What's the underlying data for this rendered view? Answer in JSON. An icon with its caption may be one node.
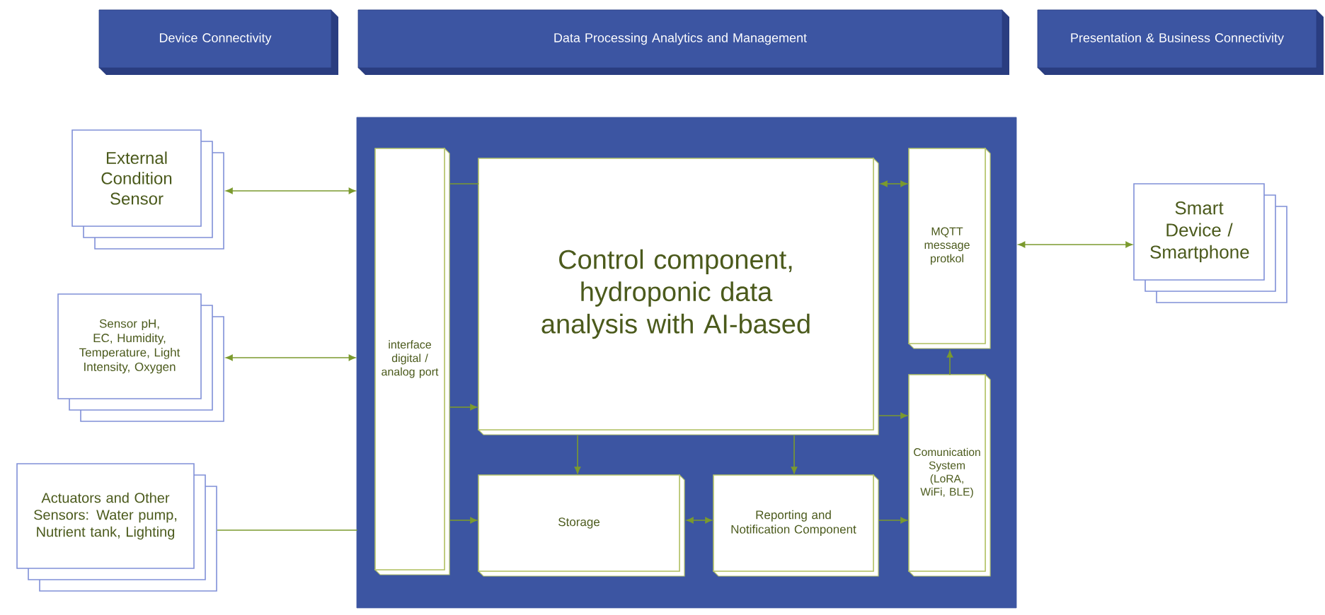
{
  "diagram": {
    "nodes": [
      {
        "text": [
          "Device Connectivity"
        ]
      },
      {
        "text": [
          "Data Processing Analytics and Management"
        ]
      },
      {
        "text": [
          "Presentation & Business Connectivity"
        ]
      },
      {
        "text": [
          "External Condition Sensor"
        ]
      },
      {
        "text": [
          "Sensor pH, EC, Humidity, Temperature, Light Intensity, Oxygen"
        ]
      },
      {
        "text": [
          "Actuators and Other Sensors: Water pump, Nutrient tank, Lighting"
        ]
      },
      {
        "text": [],
        "shape": "box"
      },
      {
        "text": [
          "interface digital / analog port"
        ],
        "in": 6
      },
      {
        "text": [
          "Control component, hydroponic data analysis with AI-based"
        ],
        "in": 6
      },
      {
        "text": [
          "MQTT message protkol"
        ],
        "in": 6
      },
      {
        "text": [
          "Storage"
        ],
        "in": 6
      },
      {
        "text": [
          "Reporting and Notification Component"
        ],
        "in": 6
      },
      {
        "text": [
          "Comunication System (LoRA, WiFi, BLE)"
        ],
        "in": 6
      },
      {
        "text": [
          "Smart Device / Smartphone"
        ]
      }
    ],
    "edges": [
      {
        "from": 3,
        "to": 6,
        "arrow": "both"
      },
      {
        "from": 4,
        "to": 6,
        "arrow": "both"
      },
      {
        "from": 5,
        "to": 6,
        "arrow": "none"
      },
      {
        "from": 7,
        "to": 8,
        "arrow": "none"
      },
      {
        "from": 7,
        "to": 8,
        "arrow": "to"
      },
      {
        "from": 7,
        "to": 10,
        "arrow": "to"
      },
      {
        "from": 8,
        "to": 9,
        "arrow": "both"
      },
      {
        "from": 8,
        "to": 10,
        "arrow": "to"
      },
      {
        "from": 8,
        "to": 11,
        "arrow": "to"
      },
      {
        "from": 10,
        "to": 11,
        "arrow": "both"
      },
      {
        "from": 11,
        "to": 12,
        "arrow": "to"
      },
      {
        "from": 8,
        "to": 12,
        "arrow": "to"
      },
      {
        "from": 12,
        "to": 9,
        "arrow": "to"
      },
      {
        "from": 6,
        "to": 13,
        "arrow": "both"
      }
    ]
  }
}
